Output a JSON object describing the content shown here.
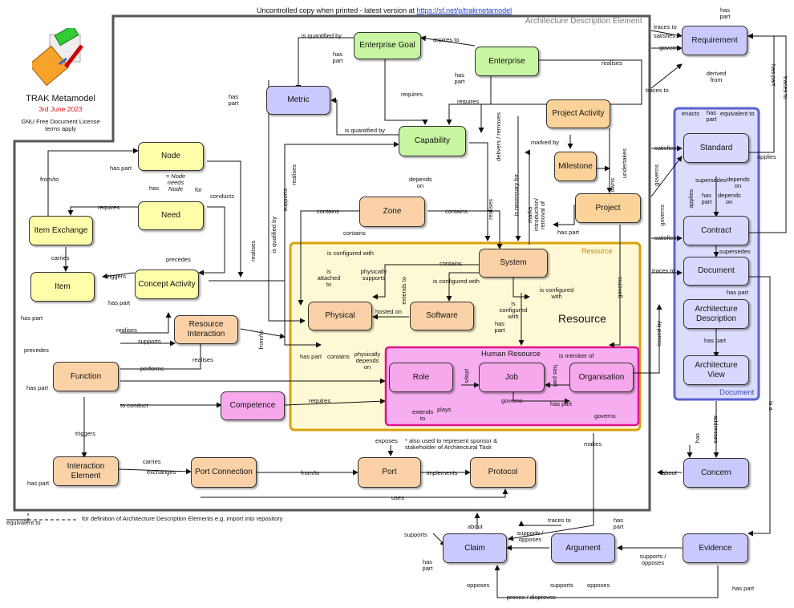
{
  "header": {
    "notice": "Uncontrolled copy when printed - latest version at",
    "link": "https://sf.net/p/trakmetamodel"
  },
  "title": {
    "name": "TRAK Metamodel",
    "date": "3rd June 2023",
    "license": "GNU Free Document License terms apply"
  },
  "regions": {
    "ade": "Architecture Description Element",
    "resource_small": "Resource",
    "resource_big": "Resource",
    "human_resource": "Human Resource",
    "document": "Document"
  },
  "nodes": {
    "enterprise_goal": "Enterprise Goal",
    "enterprise": "Enterprise",
    "metric": "Metric",
    "capability": "Capability",
    "project_activity": "Project Activity",
    "milestone": "Milestone",
    "project": "Project",
    "zone": "Zone",
    "node": "Node",
    "need": "Need",
    "item_exchange": "Item Exchange",
    "item": "Item",
    "concept_activity": "Concept Activity",
    "resource_interaction": "Resource Interaction",
    "function": "Function",
    "competence": "Competence",
    "interaction_element": "Interaction Element",
    "port_connection": "Port Connection",
    "port": "Port",
    "protocol": "Protocol",
    "system": "System",
    "physical": "Physical",
    "software": "Software",
    "role": "Role",
    "job": "Job",
    "organisation": "Organisation",
    "requirement": "Requirement",
    "standard": "Standard",
    "contract": "Contract",
    "document": "Document",
    "architecture_description": "Architecture Description",
    "architecture_view": "Architecture View",
    "concern": "Concern",
    "claim": "Claim",
    "argument": "Argument",
    "evidence": "Evidence"
  },
  "labels": {
    "is_quantified_by": "is quantified by",
    "aspires_to": "aspires to",
    "has_part": "has part",
    "requires": "requires",
    "realises": "realises",
    "is_quantified_by2": "is quantified by",
    "depends_on": "depends on",
    "delivers_removes": "delivers / removes",
    "marked_by": "marked by",
    "is_necessary_for": "is necessary for",
    "marks_intro": "marks introduction/ removal of",
    "owns": "owns",
    "undertakes": "undertakes",
    "contains": "contains",
    "supports": "supports",
    "realises2": "realises",
    "is_qualified_by": "is qualified by",
    "conducts": "conducts",
    "for": "for",
    "node_needs": "= Node needs Node",
    "from_to": "from/to",
    "carries": "carries",
    "triggers": "triggers",
    "precedes": "precedes",
    "performs": "performs",
    "to_conduct": "to conduct",
    "exchanges": "exchanges",
    "uses": "uses",
    "exposes": "exposes",
    "implements": "implements",
    "is_configured_with": "is configured with",
    "is_attached_to": "is attached to",
    "physically_supports": "physically supports",
    "hosted_on": "hosted on",
    "extends_to": "extends to",
    "physically_depends_on": "physically depends on",
    "plays": "plays",
    "governs": "governs",
    "is_member_of": "is member of",
    "also_used": "* also used to represent sponsor & stakeholder of Architectural Task",
    "makes": "makes",
    "traces_to": "traces to",
    "satisfies": "satisfies",
    "derived_from": "derived from",
    "enacts": "enacts",
    "equivalent_to": "equivalent to",
    "supersedes": "supersedes",
    "applies": "applies",
    "issued_by": "issued by",
    "addresses": "addresses",
    "has": "has",
    "is_a": "is a",
    "about": "about",
    "supports_opposes": "supports / opposes",
    "opposes": "opposes",
    "proves_disproves": "proves / disproves",
    "footer_equiv": "equivalent to",
    "footer_note": "for definition of Architecture Description Elements e.g. import into repository"
  }
}
